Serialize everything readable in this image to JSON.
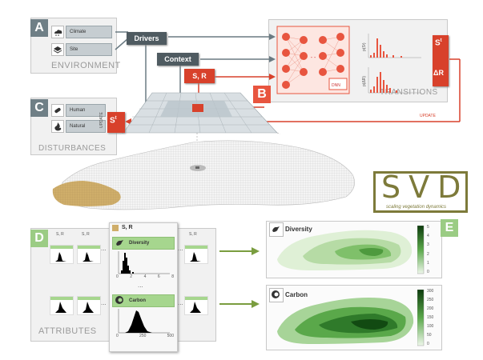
{
  "sections": {
    "a": {
      "letter": "A",
      "caption": "ENVIRONMENT",
      "items": [
        "Climate",
        "Site"
      ]
    },
    "b": {
      "letter": "B",
      "caption": "TRANSITIONS",
      "dnn": "DNN",
      "state_out": "S",
      "state_out_sup": "t",
      "delta_out": "ΔR",
      "p_state": "p(Sᵗ)",
      "p_delta": "p(ΔR)"
    },
    "c": {
      "letter": "C",
      "caption": "DISTURBANCES",
      "items": [
        "Human",
        "Natural"
      ],
      "state": "S",
      "state_sup": "t",
      "update": "UPDATE"
    },
    "d": {
      "letter": "D",
      "caption": "ATTRIBUTES",
      "cell_label": "S, R",
      "diversity_label": "Diversity",
      "diversity_ticks": [
        "0",
        "2",
        "4",
        "6",
        "8"
      ],
      "carbon_label": "Carbon",
      "carbon_ticks": [
        "0",
        "250",
        "500"
      ],
      "dots": "..."
    },
    "e": {
      "letter": "E",
      "diversity_label": "Diversity",
      "diversity_scale": [
        "5",
        "4",
        "3",
        "2",
        "1",
        "0"
      ],
      "carbon_label": "Carbon",
      "carbon_scale": [
        "300",
        "250",
        "200",
        "150",
        "100",
        "50",
        "0"
      ]
    }
  },
  "labels": {
    "drivers": "Drivers",
    "context": "Context",
    "sr": "S, R",
    "update": "UPDATE"
  },
  "logo": {
    "text": "SVD",
    "subtitle": "scaling vegetation dynamics"
  },
  "colors": {
    "red": "#d8412b",
    "grey_label": "#4f5b61",
    "green": "#7a9d3f",
    "section_green": "#9bcc84",
    "logo": "#7d7a3a"
  }
}
